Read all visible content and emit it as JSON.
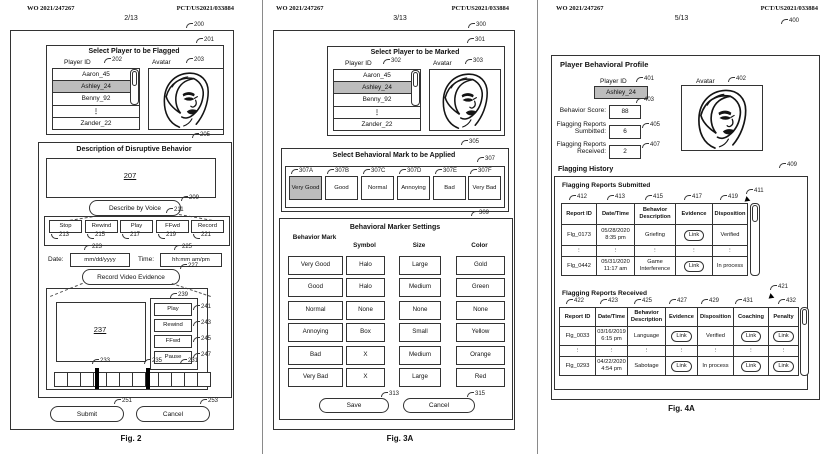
{
  "colors": {
    "selected_gray": "#bdbdbd",
    "line_color": "#333333"
  },
  "doc": {
    "header_left": "WO 2021/247267",
    "header_right": "PCT/US2021/033884"
  },
  "fig2": {
    "page_number": "2/13",
    "caption": "Fig. 2",
    "refs": {
      "main": "200",
      "select_box": "201",
      "player_id": "202",
      "avatar": "203",
      "desc_box": "205",
      "textarea": "207",
      "voice": "209",
      "transport": "211",
      "stop": "213",
      "rewind": "215",
      "play": "217",
      "ffwd": "219",
      "record": "221",
      "date": "223",
      "time": "225",
      "video": "227",
      "timeline": "231",
      "marker1": "233",
      "marker2": "235",
      "video_area": "237",
      "video_box": "239",
      "v_play": "241",
      "v_rewind": "243",
      "v_ffwd": "245",
      "v_pause": "247",
      "submit": "251",
      "cancel": "253"
    },
    "select": {
      "title": "Select Player to be Flagged",
      "player_id_label": "Player ID",
      "avatar_label": "Avatar",
      "selected": "Ashley_24",
      "players": [
        "Aaron_45",
        "Ashley_24",
        "Benny_92",
        "⋮",
        "Zander_22"
      ]
    },
    "desc": {
      "title": "Description of Disruptive Behavior",
      "voice_button": "Describe by Voice",
      "transport": [
        "Stop",
        "Rewind",
        "Play",
        "FFwd",
        "Record"
      ],
      "date_label": "Date:",
      "date_value": "mm/dd/yyyy",
      "time_label": "Time:",
      "time_value": "hh:mm am/pm",
      "video_button": "Record Video Evidence",
      "video_controls": [
        "Play",
        "Rewind",
        "FFwd",
        "Pause"
      ]
    },
    "submit_label": "Submit",
    "cancel_label": "Cancel"
  },
  "fig3a": {
    "page_number": "3/13",
    "caption": "Fig. 3A",
    "refs": {
      "main": "300",
      "select_box": "301",
      "player_id": "302",
      "avatar": "303",
      "mark_box": "305",
      "mark_row": "307",
      "marks": [
        "307A",
        "307B",
        "307C",
        "307D",
        "307E",
        "307F"
      ],
      "settings": "309",
      "save": "313",
      "cancel": "315"
    },
    "select": {
      "title": "Select Player to be Marked",
      "player_id_label": "Player ID",
      "avatar_label": "Avatar",
      "selected": "Ashley_24",
      "players": [
        "Aaron_45",
        "Ashley_24",
        "Benny_92",
        "⋮",
        "Zander_22"
      ]
    },
    "marks": {
      "title": "Select Behavioral Mark to be Applied",
      "selected": "Very Good",
      "options": [
        "Very Good",
        "Good",
        "Normal",
        "Annoying",
        "Bad",
        "Very Bad"
      ]
    },
    "settings": {
      "title": "Behavioral Marker Settings",
      "columns": [
        "Behavior Mark",
        "Symbol",
        "Size",
        "Color"
      ],
      "rows": [
        [
          "Very Good",
          "Halo",
          "Large",
          "Gold"
        ],
        [
          "Good",
          "Halo",
          "Medium",
          "Green"
        ],
        [
          "Normal",
          "None",
          "None",
          "None"
        ],
        [
          "Annoying",
          "Box",
          "Small",
          "Yellow"
        ],
        [
          "Bad",
          "X",
          "Medium",
          "Orange"
        ],
        [
          "Very Bad",
          "X",
          "Large",
          "Red"
        ]
      ]
    },
    "save_label": "Save",
    "cancel_label": "Cancel"
  },
  "fig4a": {
    "page_number": "5/13",
    "caption": "Fig. 4A",
    "refs": {
      "main": "400",
      "player_id": "401",
      "avatar": "402",
      "score": "403",
      "submitted": "405",
      "received": "407",
      "history": "409",
      "t1_scrollbar": "411",
      "t1_cols": [
        "412",
        "413",
        "415",
        "417",
        "419"
      ],
      "received_table": "421",
      "t2_cols": [
        "422",
        "423",
        "425",
        "427",
        "429",
        "431",
        "432"
      ]
    },
    "profile": {
      "title": "Player Behavioral Profile",
      "player_id_label": "Player ID",
      "player_id_value": "Ashley_24",
      "avatar_label": "Avatar",
      "score_label": "Behavior Score:",
      "score_value": "88",
      "submitted_label": "Flagging Reports Sumbitted:",
      "submitted_value": "6",
      "received_label": "Flagging Reports Received:",
      "received_value": "2"
    },
    "history": {
      "title": "Flagging History",
      "submitted": {
        "title": "Flagging Reports Submitted",
        "columns": [
          "Report ID",
          "Date/Time",
          "Behavior Description",
          "Evidence",
          "Disposition"
        ],
        "rows": [
          [
            "Flg_0173",
            "05/28/2020 8:35 pm",
            "Griefing",
            "Link",
            "Verified"
          ],
          [
            "⋮",
            "⋮",
            "⋮",
            "⋮",
            "⋮"
          ],
          [
            "Flg_0442",
            "05/31/2020 11:17 am",
            "Game Interference",
            "Link",
            "In process"
          ]
        ]
      },
      "received": {
        "title": "Flagging Reports Received",
        "columns": [
          "Report ID",
          "Date/Time",
          "Behavior Description",
          "Evidence",
          "Disposition",
          "Coaching",
          "Penalty"
        ],
        "rows": [
          [
            "Flg_0033",
            "03/16/2019 6:15 pm",
            "Language",
            "Link",
            "Verified",
            "Link",
            "Link"
          ],
          [
            "⋮",
            "⋮",
            "⋮",
            "⋮",
            "⋮",
            "⋮",
            "⋮"
          ],
          [
            "Flg_0293",
            "04/22/2020 4:54 pm",
            "Sabotage",
            "Link",
            "In process",
            "Link",
            "Link"
          ]
        ]
      }
    }
  }
}
